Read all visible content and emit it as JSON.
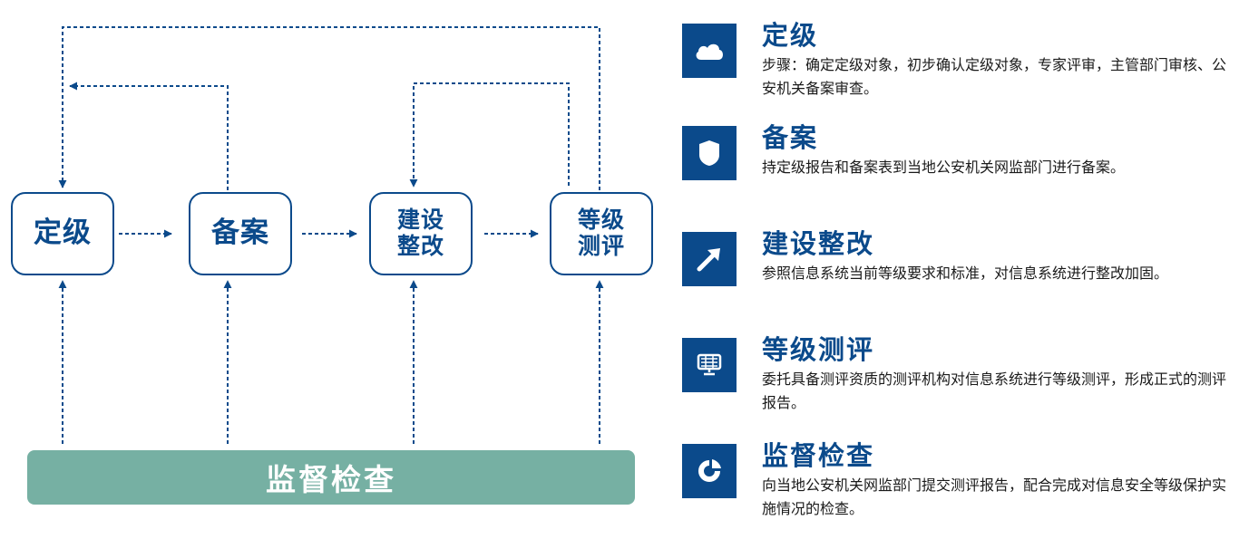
{
  "diagram": {
    "nodes": [
      {
        "id": "dingji",
        "lines": [
          "定级"
        ]
      },
      {
        "id": "bei_an",
        "lines": [
          "备案"
        ]
      },
      {
        "id": "jianshe",
        "lines": [
          "建设",
          "整改"
        ]
      },
      {
        "id": "cepin",
        "lines": [
          "等级",
          "测评"
        ]
      }
    ],
    "bottom_bar": "监督检查"
  },
  "steps": [
    {
      "icon": "cloud-icon",
      "title": "定级",
      "desc": "步骤：确定定级对象，初步确认定级对象，专家评审，主管部门审核、公安机关备案审查。"
    },
    {
      "icon": "shield-icon",
      "title": "备案",
      "desc": "持定级报告和备案表到当地公安机关网监部门进行备案。"
    },
    {
      "icon": "arrow-up-right-icon",
      "title": "建设整改",
      "desc": "参照信息系统当前等级要求和标准，对信息系统进行整改加固。"
    },
    {
      "icon": "monitor-icon",
      "title": "等级测评",
      "desc": "委托具备测评资质的测评机构对信息系统进行等级测评，形成正式的测评报告。"
    },
    {
      "icon": "pie-chart-icon",
      "title": "监督检查",
      "desc": "向当地公安机关网监部门提交测评报告，配合完成对信息安全等级保护实施情况的检查。"
    }
  ],
  "colors": {
    "primary": "#0b4a8b",
    "bar": "#76b0a3"
  }
}
